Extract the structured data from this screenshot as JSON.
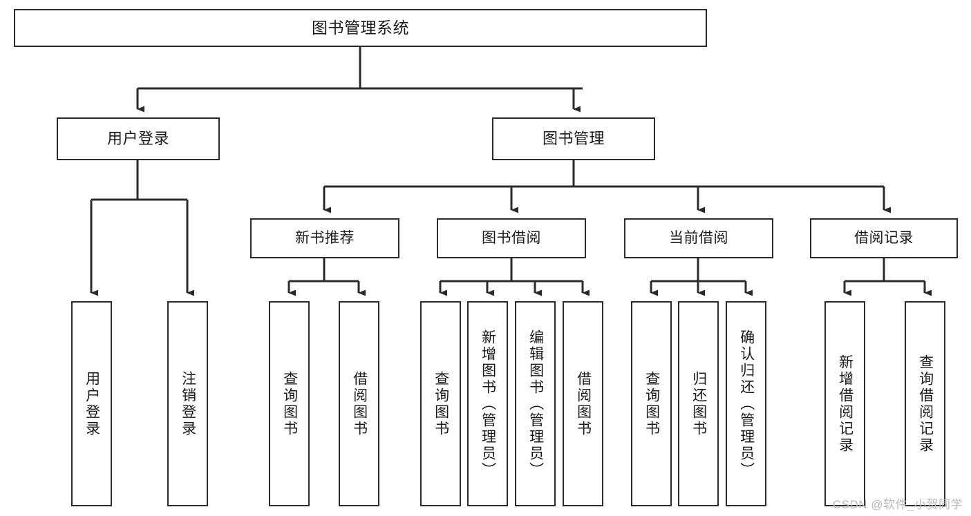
{
  "diagram": {
    "title": "图书管理系统",
    "type": "tree-hierarchy-diagram",
    "watermark": "CSDN @软件_小贺同学",
    "colors": {
      "background": "#ffffff",
      "node_border": "#2b2b2b",
      "node_fill": "#ffffff",
      "text": "#1a1a1a",
      "edge": "#2b2b2b",
      "watermark": "#b9b9b9"
    },
    "root": {
      "label": "图书管理系统"
    },
    "level_two": [
      {
        "label": "用户登录"
      },
      {
        "label": "图书管理"
      }
    ],
    "level_three": [
      {
        "label": "新书推荐"
      },
      {
        "label": "图书借阅"
      },
      {
        "label": "当前借阅"
      },
      {
        "label": "借阅记录"
      }
    ],
    "leaves": {
      "user_login": [
        {
          "label": "用户登录"
        },
        {
          "label": "注销登录"
        }
      ],
      "new_book_recommend": [
        {
          "label": "查询图书"
        },
        {
          "label": "借阅图书"
        }
      ],
      "book_borrow": [
        {
          "label": "查询图书"
        },
        {
          "label": "新增图书（管理员）"
        },
        {
          "label": "编辑图书（管理员）"
        },
        {
          "label": "借阅图书"
        }
      ],
      "current_borrow": [
        {
          "label": "查询图书"
        },
        {
          "label": "归还图书"
        },
        {
          "label": "确认归还（管理员）"
        }
      ],
      "borrow_record": [
        {
          "label": "新增借阅记录"
        },
        {
          "label": "查询借阅记录"
        }
      ]
    }
  }
}
